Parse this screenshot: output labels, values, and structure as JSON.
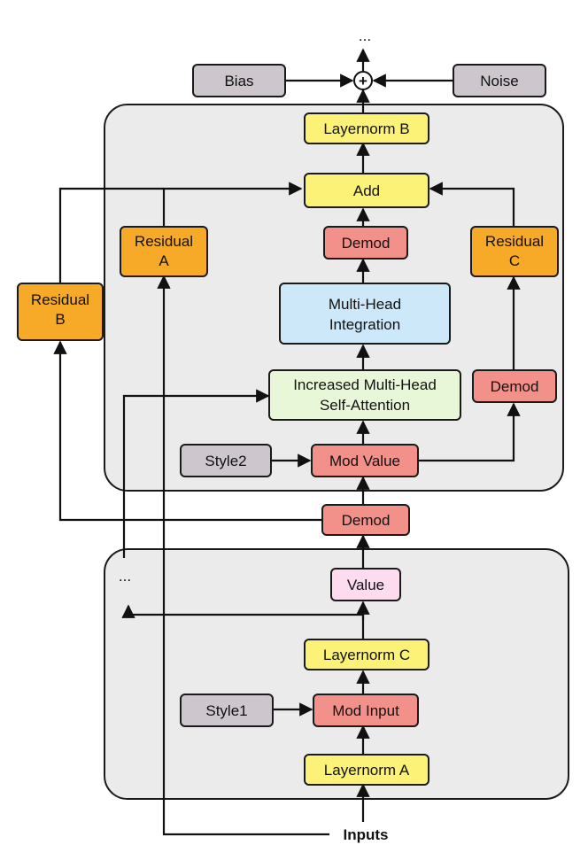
{
  "colors": {
    "yellow": "#fdf278",
    "salmon": "#f2908a",
    "orange": "#f7a928",
    "gray": "#cdc6cc",
    "blue": "#cce8f9",
    "green": "#e9f7d9",
    "pink": "#fcdcee",
    "container": "#ebebeb"
  },
  "nodes": {
    "top_ellipsis": "...",
    "plus": "+",
    "bias": "Bias",
    "noise": "Noise",
    "layernorm_b": "Layernorm B",
    "add": "Add",
    "demod_upper": "Demod",
    "residual_a": [
      "Residual",
      "A"
    ],
    "residual_b": [
      "Residual",
      "B"
    ],
    "residual_c": [
      "Residual",
      "C"
    ],
    "multi_head_integration": [
      "Multi-Head",
      "Integration"
    ],
    "self_attention": [
      "Increased Multi-Head",
      "Self-Attention"
    ],
    "demod_right": "Demod",
    "style2": "Style2",
    "mod_value": "Mod Value",
    "demod_middle": "Demod",
    "side_ellipsis": "...",
    "value": "Value",
    "layernorm_c": "Layernorm C",
    "style1": "Style1",
    "mod_input": "Mod Input",
    "layernorm_a": "Layernorm A",
    "inputs": "Inputs"
  }
}
